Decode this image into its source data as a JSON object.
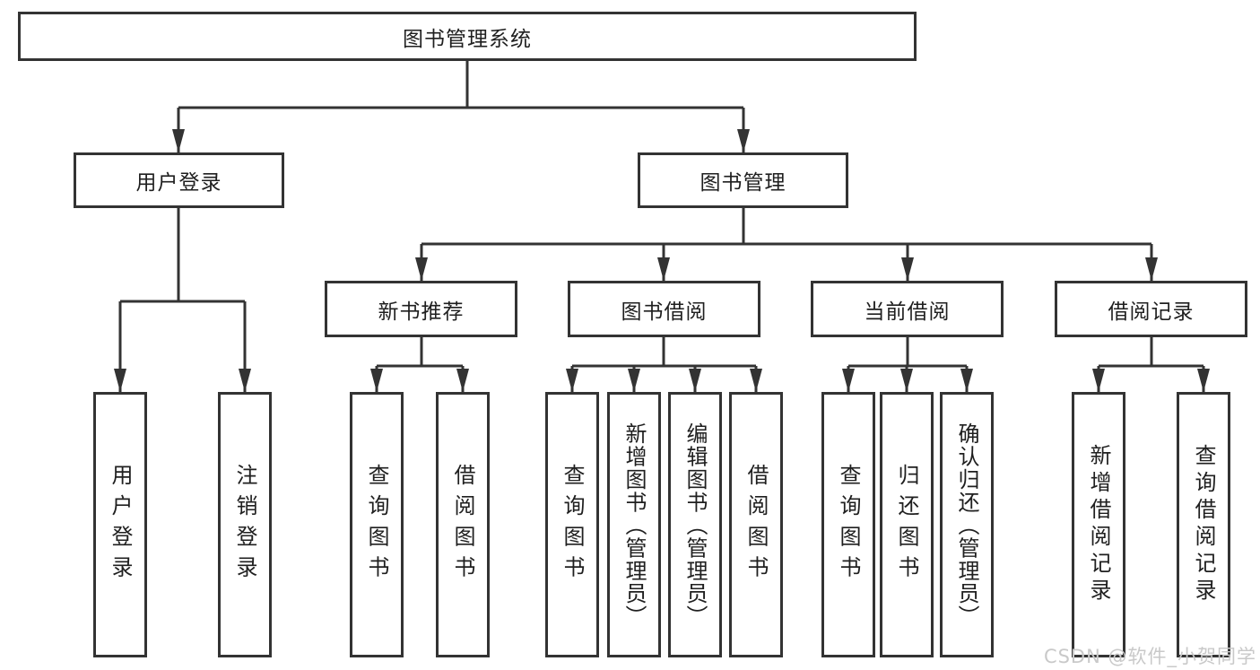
{
  "diagram": {
    "root": {
      "label": "图书管理系统"
    },
    "level2": [
      {
        "label": "用户登录",
        "children": [
          {
            "label": "用户登录"
          },
          {
            "label": "注销登录"
          }
        ]
      },
      {
        "label": "图书管理",
        "children": [
          {
            "label": "新书推荐",
            "children": [
              {
                "label": "查询图书"
              },
              {
                "label": "借阅图书"
              }
            ]
          },
          {
            "label": "图书借阅",
            "children": [
              {
                "label": "查询图书"
              },
              {
                "label": "新增图书（管理员）"
              },
              {
                "label": "编辑图书（管理员）"
              },
              {
                "label": "借阅图书"
              }
            ]
          },
          {
            "label": "当前借阅",
            "children": [
              {
                "label": "查询图书"
              },
              {
                "label": "归还图书"
              },
              {
                "label": "确认归还（管理员）"
              }
            ]
          },
          {
            "label": "借阅记录",
            "children": [
              {
                "label": "新增借阅记录"
              },
              {
                "label": "查询借阅记录"
              }
            ]
          }
        ]
      }
    ]
  },
  "watermark": {
    "text": "CSDN @软件_小贺同学"
  },
  "colors": {
    "line": "#333333",
    "box_border": "#333333",
    "text": "#1f1f1f",
    "background": "#ffffff",
    "watermark": "#c9c9c9"
  }
}
